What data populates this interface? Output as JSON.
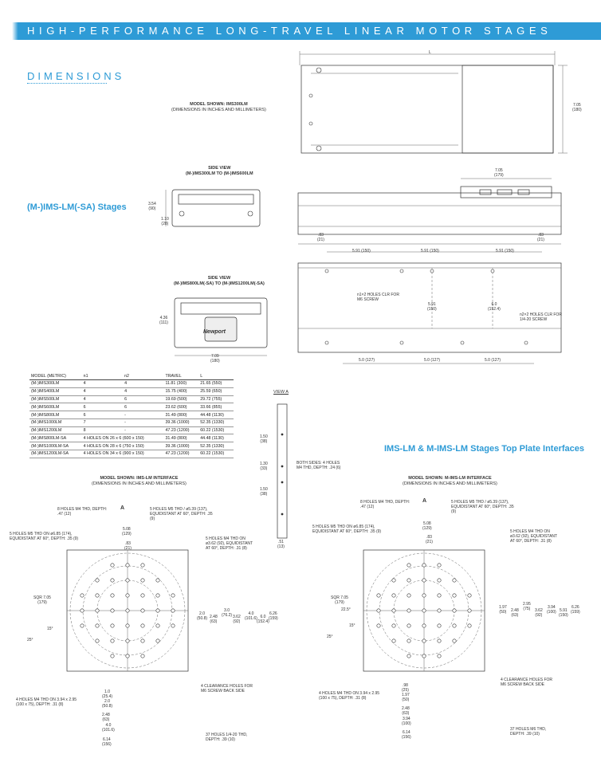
{
  "header": {
    "banner": "HIGH-PERFORMANCE LONG-TRAVEL LINEAR MOTOR STAGES",
    "section": "DIMENSIONS"
  },
  "titles": {
    "stages": "(M-)IMS-LM(-SA) Stages",
    "interfaces": "IMS-LM & M-IMS-LM Stages Top Plate Interfaces"
  },
  "top_view": {
    "model": "MODEL SHOWN: IMS300LM",
    "units": "(DIMENSIONS IN INCHES AND MILLIMETERS)",
    "L": "L",
    "width": "7.05",
    "width_mm": "(180)"
  },
  "side_view_1": {
    "title": "SIDE VIEW",
    "range": "(M-)IMS300LM TO (M-)IMS600LM",
    "h": "3.54",
    "h_mm": "(90)",
    "h2": "1.10",
    "h2_mm": "(28)"
  },
  "side_view_2": {
    "title": "SIDE VIEW",
    "range": "(M-)IMS800LM(-SA) TO (M-)IMS1200LM(-SA)",
    "h": "4.36",
    "h_mm": "(111)",
    "w": "7.09",
    "w_mm": "(180)",
    "logo": "Newport"
  },
  "front_view": {
    "carriage": "7.05",
    "carriage_mm": "(179)",
    "end_l": ".83",
    "end_l_mm": "(21)",
    "end_r": ".83",
    "end_r_mm": "(21)",
    "pitch": [
      "5.91 (150)",
      "5.91 (150)",
      "5.91 (150)"
    ],
    "bottom": [
      "5.0 (127)",
      "5.0 (127)",
      "5.0 (127)"
    ],
    "n1_note": "n1×2 HOLES CLR FOR M6 SCREW",
    "n2_note": "n2×2 HOLES CLR FOR 1/4-20 SCREW",
    "v1": "5.91",
    "v1_mm": "(150)",
    "v2": "6.0",
    "v2_mm": "(152.4)"
  },
  "table": {
    "headers": [
      "MODEL (METRIC)",
      "n1",
      "n2",
      "TRAVEL",
      "L"
    ],
    "rows": [
      [
        "(M-)IMS300LM",
        "4",
        "4",
        "11.81 (300)",
        "21.65 (550)"
      ],
      [
        "(M-)IMS400LM",
        "4",
        "4",
        "15.75 (400)",
        "25.59 (650)"
      ],
      [
        "(M-)IMS500LM",
        "4",
        "6",
        "19.69 (500)",
        "29.72 (755)"
      ],
      [
        "(M-)IMS600LM",
        "6",
        "6",
        "23.62 (600)",
        "33.66 (855)"
      ],
      [
        "(M-)IMS800LM",
        "6",
        "-",
        "31.49 (800)",
        "44.48 (1130)"
      ],
      [
        "(M-)IMS1000LM",
        "7",
        "-",
        "39.36 (1000)",
        "52.35 (1330)"
      ],
      [
        "(M-)IMS1200LM",
        "8",
        "-",
        "47.23 (1200)",
        "60.22 (1530)"
      ],
      [
        "(M-)IMS800LM-SA",
        "4 HOLES ON 26 x 6 (600 x 150)",
        "",
        "31.49 (800)",
        "44.48 (1130)"
      ],
      [
        "(M-)IMS1000LM-SA",
        "4 HOLES ON 28 x 6 (750 x 150)",
        "",
        "39.36 (1000)",
        "52.35 (1330)"
      ],
      [
        "(M-)IMS1200LM-SA",
        "4 HOLES ON 34 x 6 (900 x 150)",
        "",
        "47.23 (1200)",
        "60.22 (1530)"
      ]
    ]
  },
  "view_a": {
    "title": "VIEW A",
    "d1": "1.50",
    "d1_mm": "(38)",
    "d2": "1.30",
    "d2_mm": "(33)",
    "d3": "1.50",
    "d3_mm": "(38)",
    "d4": ".51",
    "d4_mm": "(13)",
    "note": "BOTH SIDES: 4 HOLES M4 THD, DEPTH: .24 (6)"
  },
  "ims_interface": {
    "model": "MODEL SHOWN: IMS-LM INTERFACE",
    "units": "(DIMENSIONS IN INCHES AND MILLIMETERS)",
    "holes_a": "8 HOLES M4 THD, DEPTH: .47 (12)",
    "holes_b": "5 HOLES M5 THD / ø5.39 (137), EQUIDISTANT AT 60°, DEPTH: .35 (9)",
    "holes_c": "5 HOLES M5 THD ON ø6.85 (174), EQUIDISTANT AT 60°, DEPTH: .35 (9)",
    "holes_d": "5 HOLES M4 THD ON ø3.62 (92), EQUIDISTANT AT 60°, DEPTH: .31 (8)",
    "holes_e": "4 HOLES M4 THD ON 3.94 x 2.95 (100 x 75), DEPTH: .31 (8)",
    "clear": "4 CLEARANCE HOLES FOR M6 SCREW BACK SIDE",
    "holes_f": "37 HOLES 1/4-20 THD, DEPTH: .39 (10)",
    "a_mark": "A",
    "d_top": "5.08",
    "d_top_mm": "(129)",
    "d_83": ".83",
    "d_83_mm": "(21)",
    "sqr": "SQR 7.05",
    "sqr_mm": "(179)",
    "vdims": [
      "2.0 (50.8)",
      "2.48 (63)",
      "3.0 (76.2)",
      "3.62 (92)",
      "4.0 (101.6)",
      "6.0 (152.4)",
      "6.26 (159)"
    ],
    "hdims": [
      "1.0 (25.4)",
      "2.0 (50.8)",
      "2.48 (63)",
      "4.0 (101.6)",
      "6.14 (156)"
    ],
    "ang1": "15°",
    "ang2": "25°"
  },
  "mims_interface": {
    "model": "MODEL SHOWN: M-IMS-LM INTERFACE",
    "units": "(DIMENSIONS IN INCHES AND MILLIMETERS)",
    "holes_a": "8 HOLES M4 THD, DEPTH: .47 (12)",
    "holes_b": "5 HOLES M5 THD / ø5.39 (137), EQUIDISTANT AT 60°, DEPTH: .35 (9)",
    "holes_c": "5 HOLES M5 THD ON ø6.85 (174), EQUIDISTANT AT 60°, DEPTH: .35 (9)",
    "holes_d": "5 HOLES M4 THD ON ø3.62 (92), EQUIDISTANT AT 60°, DEPTH: .31 (8)",
    "holes_e": "4 HOLES M4 THD ON 3.94 x 2.95 (100 x 75), DEPTH: .31 (8)",
    "clear": "4 CLEARANCE HOLES FOR M6 SCREW BACK SIDE",
    "holes_f": "37 HOLES M6 THD, DEPTH: .39 (10)",
    "a_mark": "A",
    "d_top": "5.08",
    "d_top_mm": "(129)",
    "d_83": ".83",
    "d_83_mm": "(21)",
    "sqr": "SQR 7.05",
    "sqr_mm": "(179)",
    "vdims": [
      "1.97 (50)",
      "2.48 (63)",
      "2.95 (75)",
      "3.62 (92)",
      "3.94 (100)",
      "5.91 (150)",
      "6.26 (159)"
    ],
    "hdims": [
      ".98 (25)",
      "1.97 (50)",
      "2.48 (63)",
      "3.94 (100)",
      "6.14 (156)"
    ],
    "ang1": "15°",
    "ang2": "25°",
    "ang3": "22.5°"
  }
}
